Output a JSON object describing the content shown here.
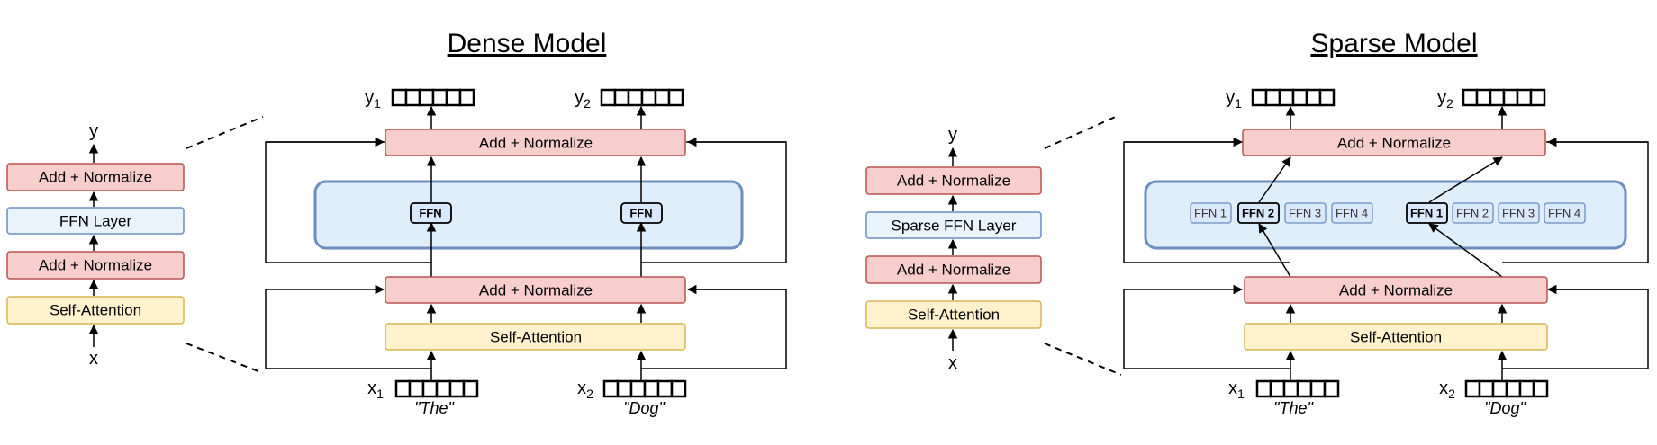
{
  "dense": {
    "title": "Dense Model",
    "layer": {
      "output": "y",
      "input": "x",
      "add_norm_top": "Add + Normalize",
      "ffn": "FFN Layer",
      "add_norm_bottom": "Add + Normalize",
      "attention": "Self-Attention"
    },
    "expanded": {
      "add_norm_top": "Add + Normalize",
      "add_norm_bottom": "Add + Normalize",
      "attention": "Self-Attention",
      "ffn_left": "FFN",
      "ffn_right": "FFN",
      "y1": "y",
      "y1_sub": "1",
      "y2": "y",
      "y2_sub": "2",
      "x1": "x",
      "x1_sub": "1",
      "x2": "x",
      "x2_sub": "2",
      "word1": "\"The\"",
      "word2": "\"Dog\""
    }
  },
  "sparse": {
    "title": "Sparse Model",
    "layer": {
      "output": "y",
      "input": "x",
      "add_norm_top": "Add + Normalize",
      "ffn": "Sparse FFN Layer",
      "add_norm_bottom": "Add + Normalize",
      "attention": "Self-Attention"
    },
    "expanded": {
      "add_norm_top": "Add + Normalize",
      "add_norm_bottom": "Add + Normalize",
      "attention": "Self-Attention",
      "experts_left": [
        "FFN 1",
        "FFN 2",
        "FFN 3",
        "FFN 4"
      ],
      "experts_right": [
        "FFN 1",
        "FFN 2",
        "FFN 3",
        "FFN 4"
      ],
      "active_left": "FFN 2",
      "active_right": "FFN 1",
      "y1": "y",
      "y1_sub": "1",
      "y2": "y",
      "y2_sub": "2",
      "x1": "x",
      "x1_sub": "1",
      "x2": "x",
      "x2_sub": "2",
      "word1": "\"The\"",
      "word2": "\"Dog\""
    }
  },
  "colors": {
    "add_norm_fill": "#f8cecc",
    "ffn_fill": "#dae8fc",
    "attention_fill": "#fff2cc",
    "moe_border": "#6c8ebf"
  }
}
